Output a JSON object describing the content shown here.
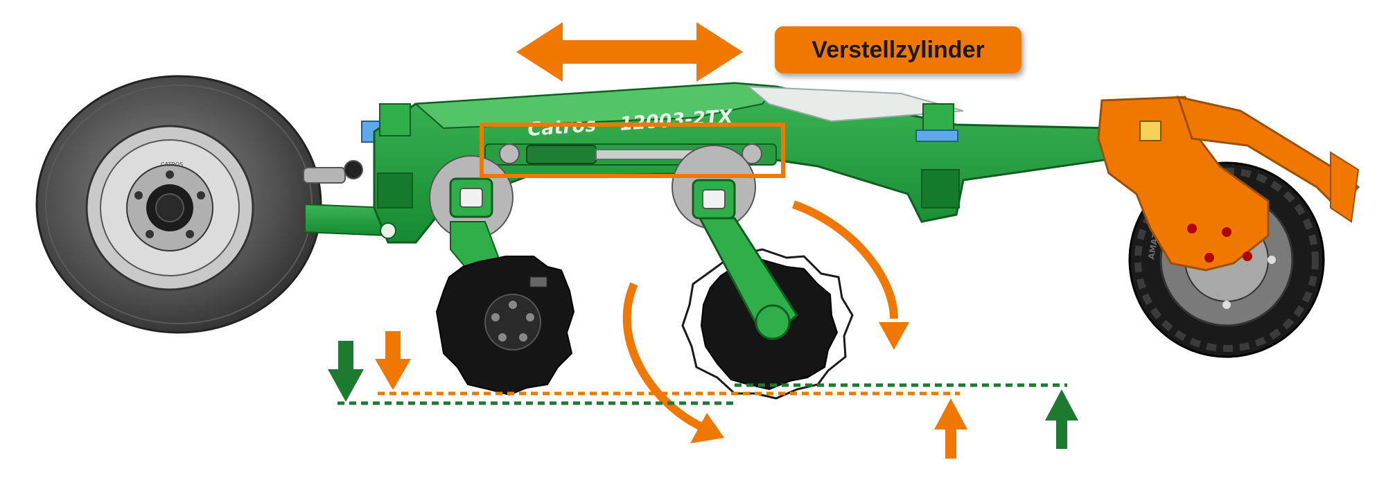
{
  "callout": {
    "label": "Verstellzylinder"
  },
  "machine": {
    "logo": "Catros",
    "model": "12003-2TX"
  },
  "tire": {
    "brand": "AMAZONE"
  },
  "colors": {
    "machine_green": "#1e9a3a",
    "accent_orange": "#f07800",
    "disc_black": "#151515",
    "tire_gray": "#4a4a4a"
  },
  "icons": {
    "horizontal_arrow": "double-headed-arrow",
    "depth_arrows": [
      "arrow-down-green",
      "arrow-down-orange",
      "arrow-up-orange",
      "arrow-up-green"
    ],
    "rotation_arrows": [
      "curved-arrow-left",
      "curved-arrow-right"
    ]
  }
}
